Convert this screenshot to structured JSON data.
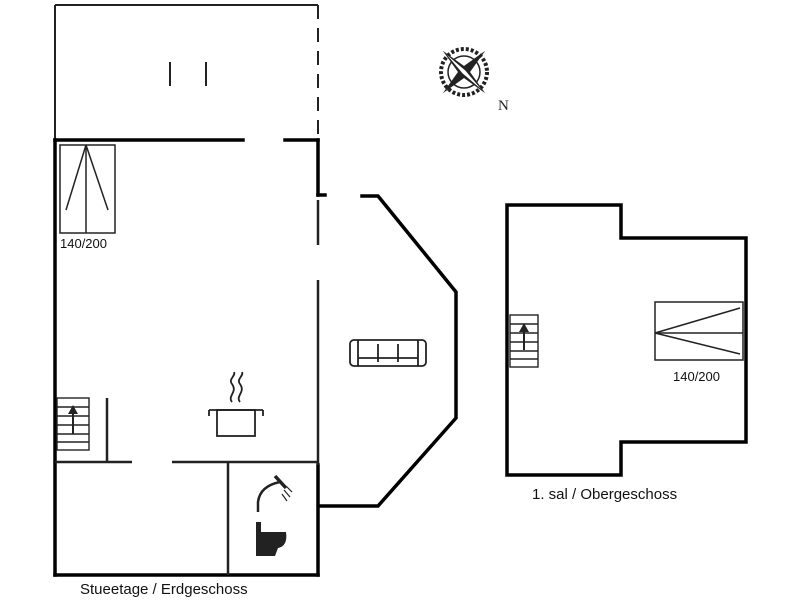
{
  "ground_floor": {
    "label": "Stueetage / Erdgeschoss",
    "bed_label": "140/200"
  },
  "upper_floor": {
    "label": "1. sal / Obergeschoss",
    "bed_label": "140/200"
  },
  "compass": {
    "direction_label": "N"
  },
  "colors": {
    "wall": "#000000",
    "line": "#222222",
    "background": "#ffffff"
  }
}
